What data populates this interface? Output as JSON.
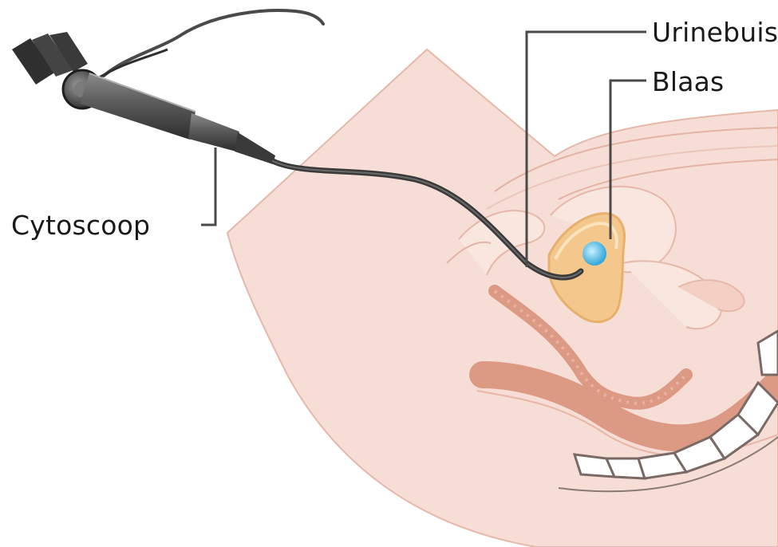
{
  "labels": {
    "urethra": "Urinebuis",
    "bladder": "Blaas",
    "cystoscope": "Cytoscoop"
  },
  "colors": {
    "skin": "#f6ddd5",
    "skin_outline": "#e6b8aa",
    "muscle": "#dc9a85",
    "bladder": "#f4c78c",
    "bladder_outline": "#e7b06d",
    "water": "#47b7e3",
    "scope_dark": "#3c3c3c",
    "scope_mid": "#6b6b6b",
    "leader_line": "#4a4a4a"
  },
  "icons": [
    "cystoscope-icon"
  ]
}
